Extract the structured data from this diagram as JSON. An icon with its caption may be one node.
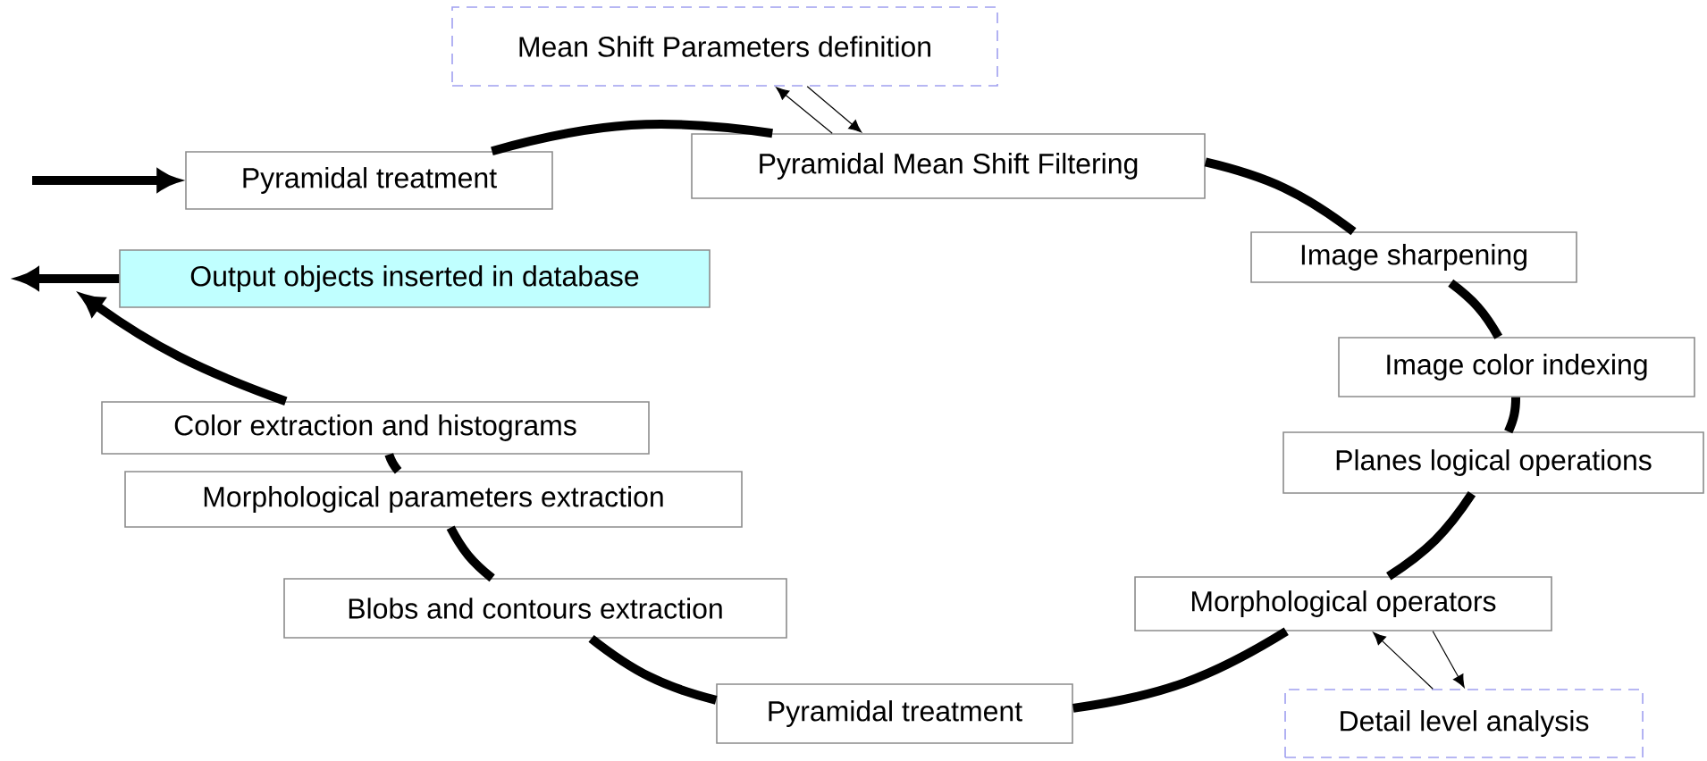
{
  "diagram": {
    "nodes": [
      {
        "text": [
          "Mean Shift Parameters definition"
        ]
      },
      {
        "text": [
          "Pyramidal treatment"
        ]
      },
      {
        "text": [
          "Pyramidal Mean Shift Filtering"
        ]
      },
      {
        "text": [
          "Output objects inserted in database"
        ]
      },
      {
        "text": [
          "Image sharpening"
        ]
      },
      {
        "text": [
          "Image color indexing"
        ]
      },
      {
        "text": [
          "Color extraction and histograms"
        ]
      },
      {
        "text": [
          "Planes logical operations"
        ]
      },
      {
        "text": [
          "Morphological parameters extraction"
        ]
      },
      {
        "text": [
          "Blobs and contours extraction"
        ]
      },
      {
        "text": [
          "Morphological operators"
        ]
      },
      {
        "text": [
          "Pyramidal treatment"
        ]
      },
      {
        "text": [
          "Detail level analysis"
        ]
      }
    ],
    "edges": [
      {
        "from": null,
        "to": 1,
        "arrow": "to"
      },
      {
        "from": 1,
        "to": 2,
        "arrow": "none"
      },
      {
        "from": 2,
        "to": 4,
        "arrow": "none"
      },
      {
        "from": 4,
        "to": 5,
        "arrow": "none"
      },
      {
        "from": 5,
        "to": 7,
        "arrow": "none"
      },
      {
        "from": 7,
        "to": 10,
        "arrow": "none"
      },
      {
        "from": 10,
        "to": 11,
        "arrow": "none"
      },
      {
        "from": 11,
        "to": 9,
        "arrow": "none"
      },
      {
        "from": 9,
        "to": 8,
        "arrow": "none"
      },
      {
        "from": 8,
        "to": 6,
        "arrow": "none"
      },
      {
        "from": 6,
        "to": 3,
        "arrow": "to"
      },
      {
        "from": 3,
        "to": null,
        "arrow": "to"
      },
      {
        "from": 2,
        "to": 0,
        "arrow": "to"
      },
      {
        "from": 0,
        "to": 2,
        "arrow": "to"
      },
      {
        "from": 10,
        "to": 12,
        "arrow": "to"
      },
      {
        "from": 12,
        "to": 10,
        "arrow": "to"
      }
    ]
  }
}
